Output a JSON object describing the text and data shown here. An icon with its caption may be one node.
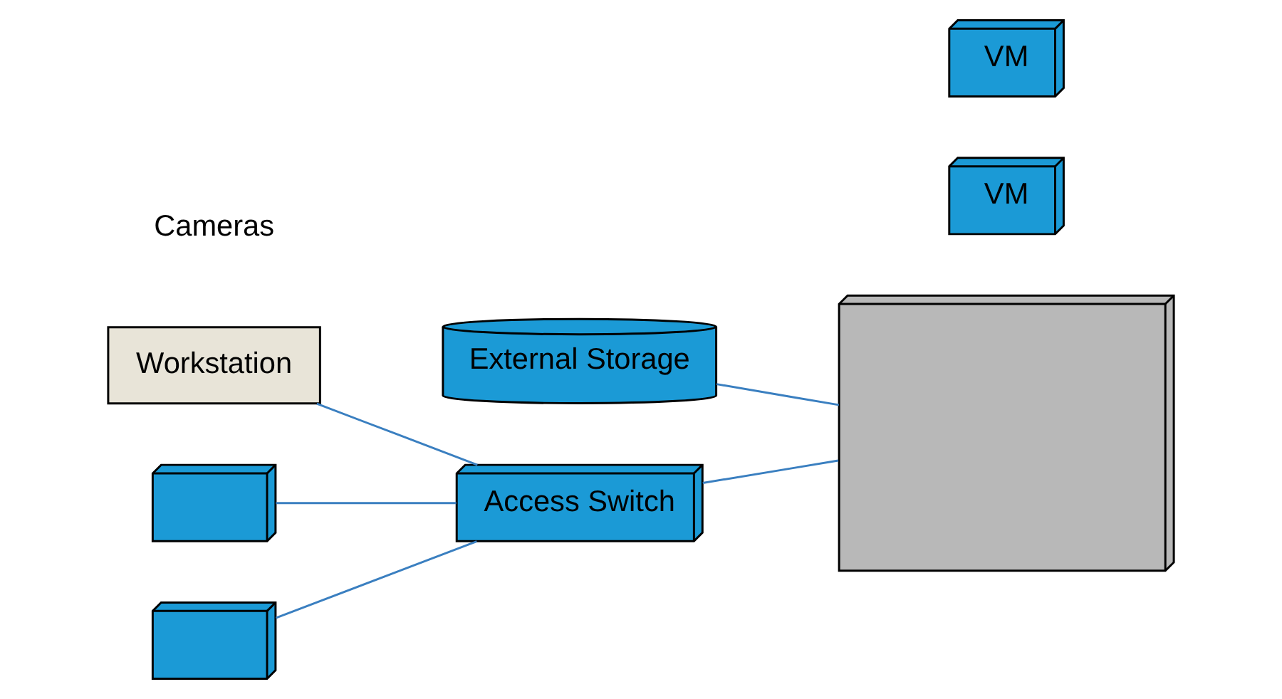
{
  "diagram": {
    "nodes": [
      {
        "text": [
          "External Storage"
        ]
      },
      {
        "text": [
          "Workstation"
        ]
      },
      {
        "text": [
          "Access Switch"
        ]
      },
      {
        "text": [],
        "shape": "picture"
      },
      {
        "text": [
          "VM"
        ]
      },
      {
        "text": [
          "VM"
        ]
      },
      {
        "text": [],
        "shape": "picture"
      },
      {
        "text": [],
        "shape": "picture"
      }
    ],
    "edges": [
      {
        "from": 1,
        "to": 2,
        "arrow": "none"
      },
      {
        "from": 6,
        "to": 2,
        "arrow": "none"
      },
      {
        "from": 7,
        "to": 2,
        "arrow": "none"
      },
      {
        "from": 2,
        "to": 3,
        "arrow": "none"
      },
      {
        "from": 0,
        "to": 3,
        "arrow": "none"
      }
    ],
    "labels": [
      "Cameras"
    ]
  }
}
